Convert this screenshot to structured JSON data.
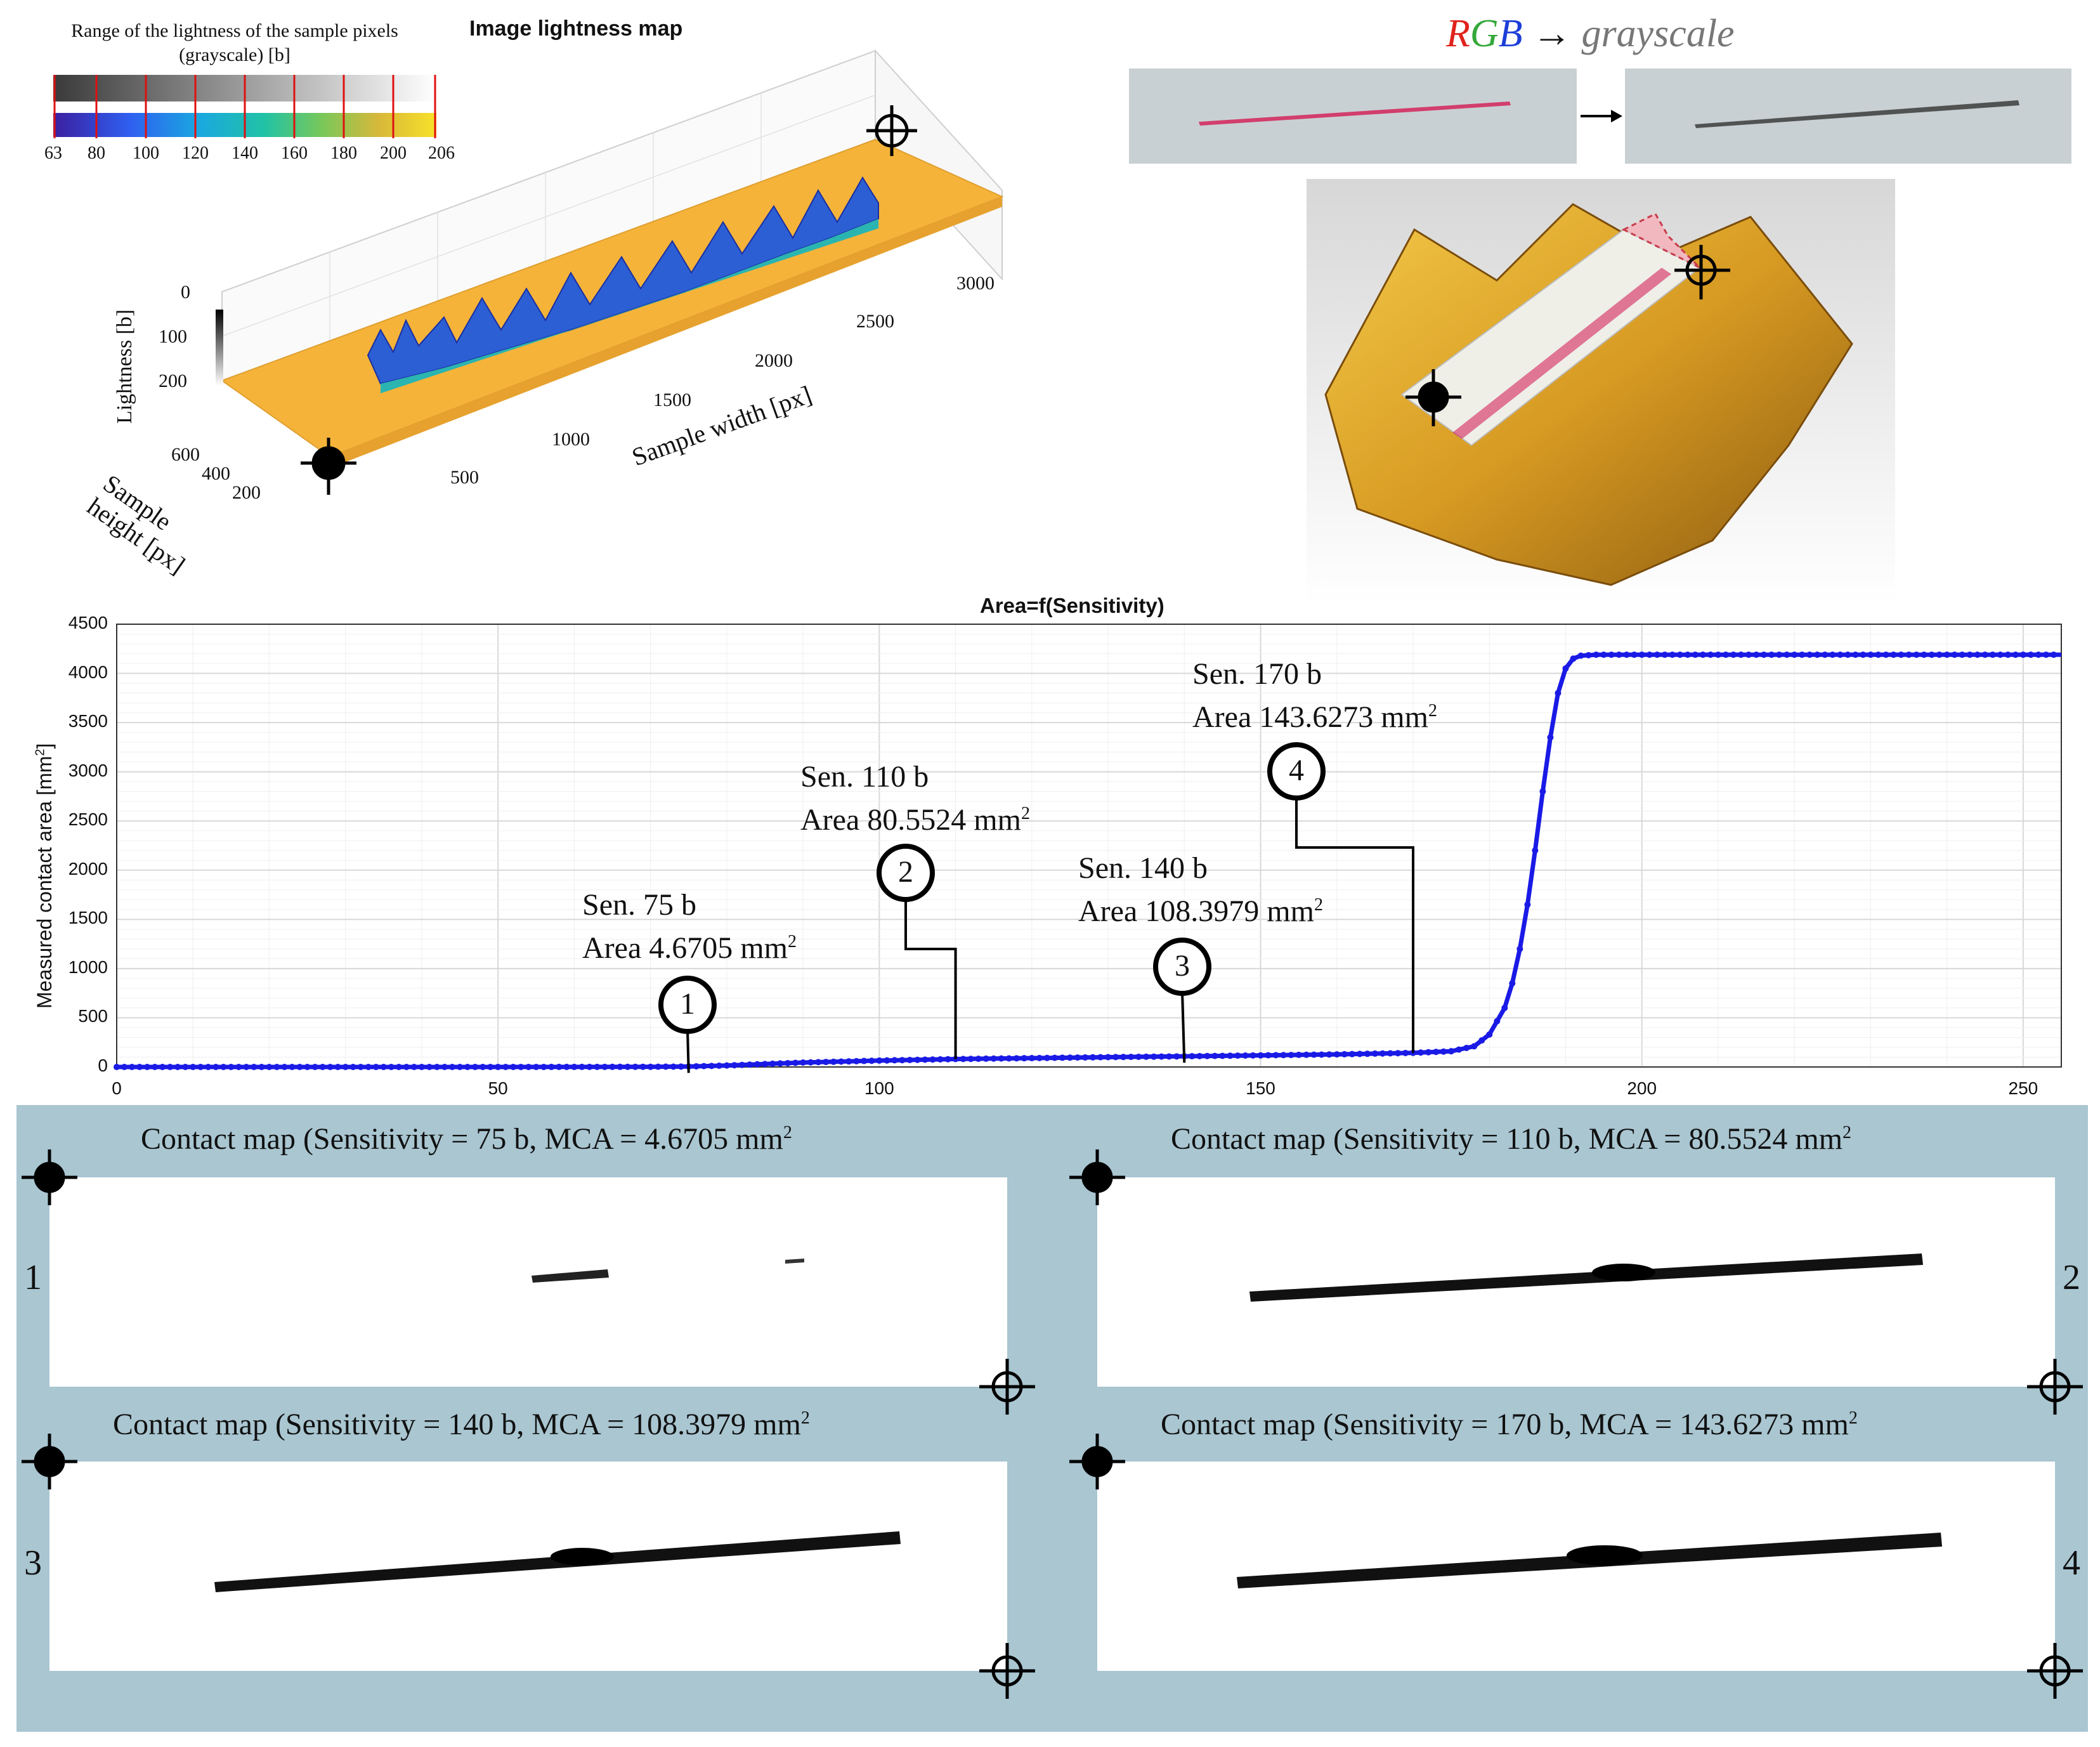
{
  "colorbar": {
    "title_line1": "Range of the lightness of the sample pixels",
    "title_line2": "(grayscale) [b]",
    "labels": [
      "63",
      "80",
      "100",
      "120",
      "140",
      "160",
      "180",
      "200",
      "206"
    ]
  },
  "lightness_map": {
    "title": "Image lightness map",
    "zlabel": "Lightness [b]",
    "z_ticks": [
      "0",
      "100",
      "200"
    ],
    "x_label": "Sample width [px]",
    "x_ticks": [
      "500",
      "1000",
      "1500",
      "2000",
      "2500",
      "3000"
    ],
    "y_label_line1": "Sample",
    "y_label_line2": "height [px]",
    "y_ticks": [
      "600",
      "400",
      "200"
    ]
  },
  "conversion": {
    "r": "R",
    "g": "G",
    "b": "B",
    "arrow": "→",
    "target": "grayscale"
  },
  "chart_data": {
    "type": "line",
    "title": "Area=f(Sensitivity)",
    "xlabel": "",
    "ylabel": "Measured contact area [mm",
    "ylabel_sup": "2",
    "ylabel_end": "]",
    "xlim": [
      0,
      255
    ],
    "ylim": [
      0,
      4500
    ],
    "x_ticks": [
      0,
      50,
      100,
      150,
      200,
      250
    ],
    "y_ticks": [
      0,
      500,
      1000,
      1500,
      2000,
      2500,
      3000,
      3500,
      4000,
      4500
    ],
    "grid": true,
    "series": [
      {
        "color": "#1a1ae6",
        "x": [
          0,
          20,
          40,
          60,
          70,
          75,
          80,
          90,
          100,
          110,
          120,
          130,
          140,
          150,
          160,
          170,
          175,
          178,
          180,
          182,
          183,
          184,
          185,
          186,
          187,
          188,
          189,
          190,
          191,
          192,
          194,
          200,
          220,
          240,
          255
        ],
        "y": [
          0,
          0,
          0,
          0.5,
          2,
          4.6705,
          15,
          45,
          65,
          80.5524,
          90,
          100,
          108.3979,
          118,
          128,
          143.6273,
          160,
          210,
          330,
          600,
          850,
          1200,
          1650,
          2200,
          2800,
          3350,
          3800,
          4050,
          4150,
          4180,
          4190,
          4190,
          4190,
          4190,
          4190
        ]
      }
    ],
    "annotations": [
      {
        "num": "1",
        "sen_label": "Sen. 75 b",
        "area_label": "Area 4.6705 mm",
        "sup": "2",
        "x": 75,
        "y": 4.6705
      },
      {
        "num": "2",
        "sen_label": "Sen. 110 b",
        "area_label": "Area 80.5524 mm",
        "sup": "2",
        "x": 110,
        "y": 80.5524
      },
      {
        "num": "3",
        "sen_label": "Sen. 140 b",
        "area_label": "Area 108.3979 mm",
        "sup": "2",
        "x": 140,
        "y": 108.3979
      },
      {
        "num": "4",
        "sen_label": "Sen. 170 b",
        "area_label": "Area 143.6273 mm",
        "sup": "2",
        "x": 170,
        "y": 143.6273
      }
    ]
  },
  "contact_maps": [
    {
      "title": "Contact map (Sensitivity = 75 b, MCA = 4.6705 mm",
      "sup": "2",
      "num": "1"
    },
    {
      "title": "Contact map (Sensitivity = 110 b, MCA = 80.5524 mm",
      "sup": "2",
      "num": "2"
    },
    {
      "title": "Contact map (Sensitivity = 140 b, MCA = 108.3979 mm",
      "sup": "2",
      "num": "3"
    },
    {
      "title": "Contact map (Sensitivity = 170 b, MCA = 143.6273 mm",
      "sup": "2",
      "num": "4"
    }
  ]
}
